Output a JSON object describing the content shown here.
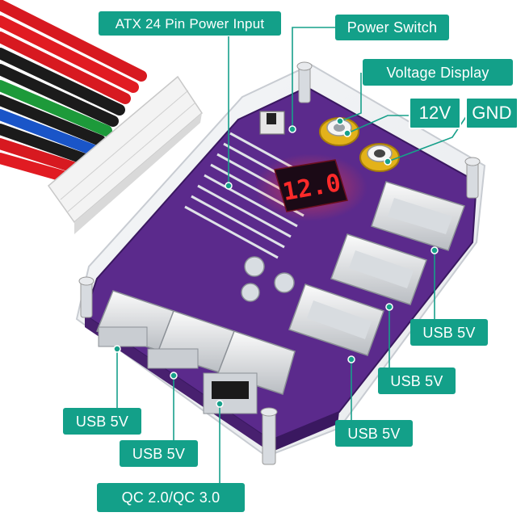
{
  "labels": {
    "atx": "ATX 24 Pin Power Input",
    "power_switch": "Power Switch",
    "voltage_display": "Voltage  Display",
    "v12": "12V",
    "gnd": "GND",
    "usb_right_1": "USB  5V",
    "usb_right_2": "USB  5V",
    "usb_right_3": "USB  5V",
    "usb_left_1": "USB  5V",
    "usb_left_2": "USB  5V",
    "qc": "QC 2.0/QC 3.0"
  },
  "display": {
    "reading": "12.0"
  },
  "colors": {
    "label_bg": "#13a089",
    "board": "#5b2a8c",
    "display_red": "#ff2a2a",
    "terminal_gold": "#e3b21a"
  }
}
